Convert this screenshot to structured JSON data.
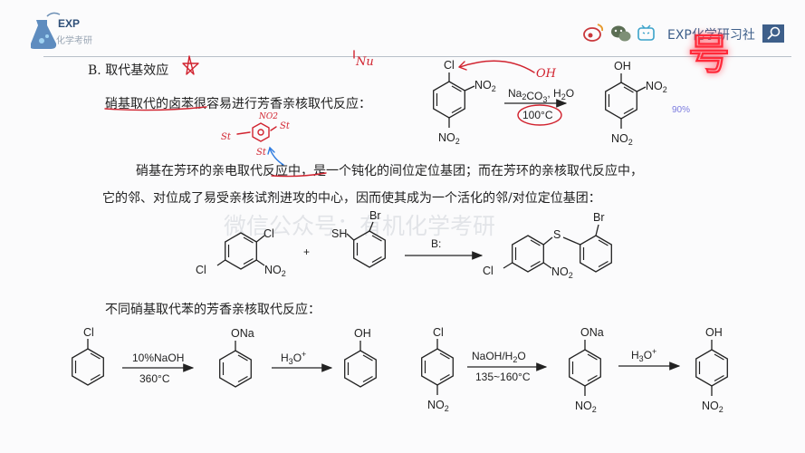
{
  "header": {
    "logo_text": "EXP",
    "logo_subtitle": "化学考研",
    "brand_text": "EXP化学研习社",
    "icons": [
      "weibo-icon",
      "wechat-icon",
      "bilibili-icon",
      "search-icon"
    ]
  },
  "section": {
    "title": "B. 取代基效应",
    "intro": "硝基取代的卤苯很容易进行芳香亲核取代反应：",
    "para1": "硝基在芳环的亲电取代反应中，是一个钝化的间位定位基团；而在芳环的亲核取代反应中，",
    "para2": "它的邻、对位成了易受亲核试剂进攻的中心，因而使其成为一个活化的邻/对位定位基团：",
    "sub_heading": "不同硝基取代苯的芳香亲核取代反应："
  },
  "watermark": "微信公众号：有机化学考研",
  "reaction1": {
    "reactant_labels": [
      "Cl",
      "NO2",
      "NO2"
    ],
    "reagents": "Na2CO3, H2O",
    "temperature": "100°C",
    "product_labels": [
      "OH",
      "NO2",
      "NO2"
    ],
    "yield": "90%"
  },
  "reaction2": {
    "reactant1_labels": [
      "Cl",
      "Cl",
      "NO2"
    ],
    "plus": "+",
    "reactant2_labels": [
      "SH",
      "Br"
    ],
    "reagent": "B:",
    "product_labels": [
      "S",
      "Br",
      "Cl",
      "NO2"
    ]
  },
  "reaction3": {
    "start_label": "Cl",
    "cond1_top": "10%NaOH",
    "cond1_bottom": "360°C",
    "intermediate_label": "ONa",
    "cond2": "H3O+",
    "product_label": "OH"
  },
  "reaction4": {
    "start_labels": [
      "Cl",
      "NO2"
    ],
    "cond1_top": "NaOH/H2O",
    "cond1_bottom": "135~160°C",
    "intermediate_labels": [
      "ONa",
      "NO2"
    ],
    "cond2": "H3O+",
    "product_labels": [
      "OH",
      "NO2"
    ]
  },
  "annotations": {
    "nu_label": "Nu",
    "oh_label": "OH",
    "st_labels": [
      "St",
      "St",
      "St"
    ],
    "no2_label": "NO2",
    "seal_char": "号"
  },
  "colors": {
    "header_blue": "#3e5f8a",
    "annotation_red": "#d1232f",
    "annotation_blue": "#2e7be0",
    "seal_red": "#ff2a3a"
  }
}
